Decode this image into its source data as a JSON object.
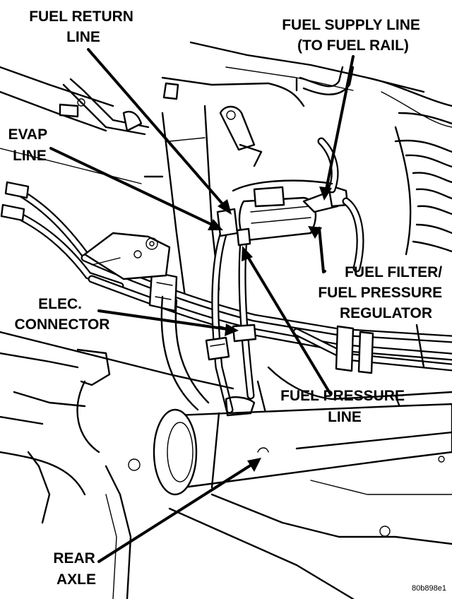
{
  "labels": {
    "fuel_return_line": [
      "FUEL RETURN",
      "LINE"
    ],
    "fuel_supply_line": [
      "FUEL SUPPLY LINE",
      "(TO FUEL RAIL)"
    ],
    "evap_line": [
      "EVAP",
      "LINE"
    ],
    "fuel_filter_regulator": [
      "FUEL FILTER/",
      "FUEL PRESSURE",
      "REGULATOR"
    ],
    "elec_connector": [
      "ELEC.",
      "CONNECTOR"
    ],
    "fuel_pressure_line": [
      "FUEL PRESSURE",
      "LINE"
    ],
    "rear_axle": [
      "REAR",
      "AXLE"
    ]
  },
  "figure_code": "80b898e1"
}
